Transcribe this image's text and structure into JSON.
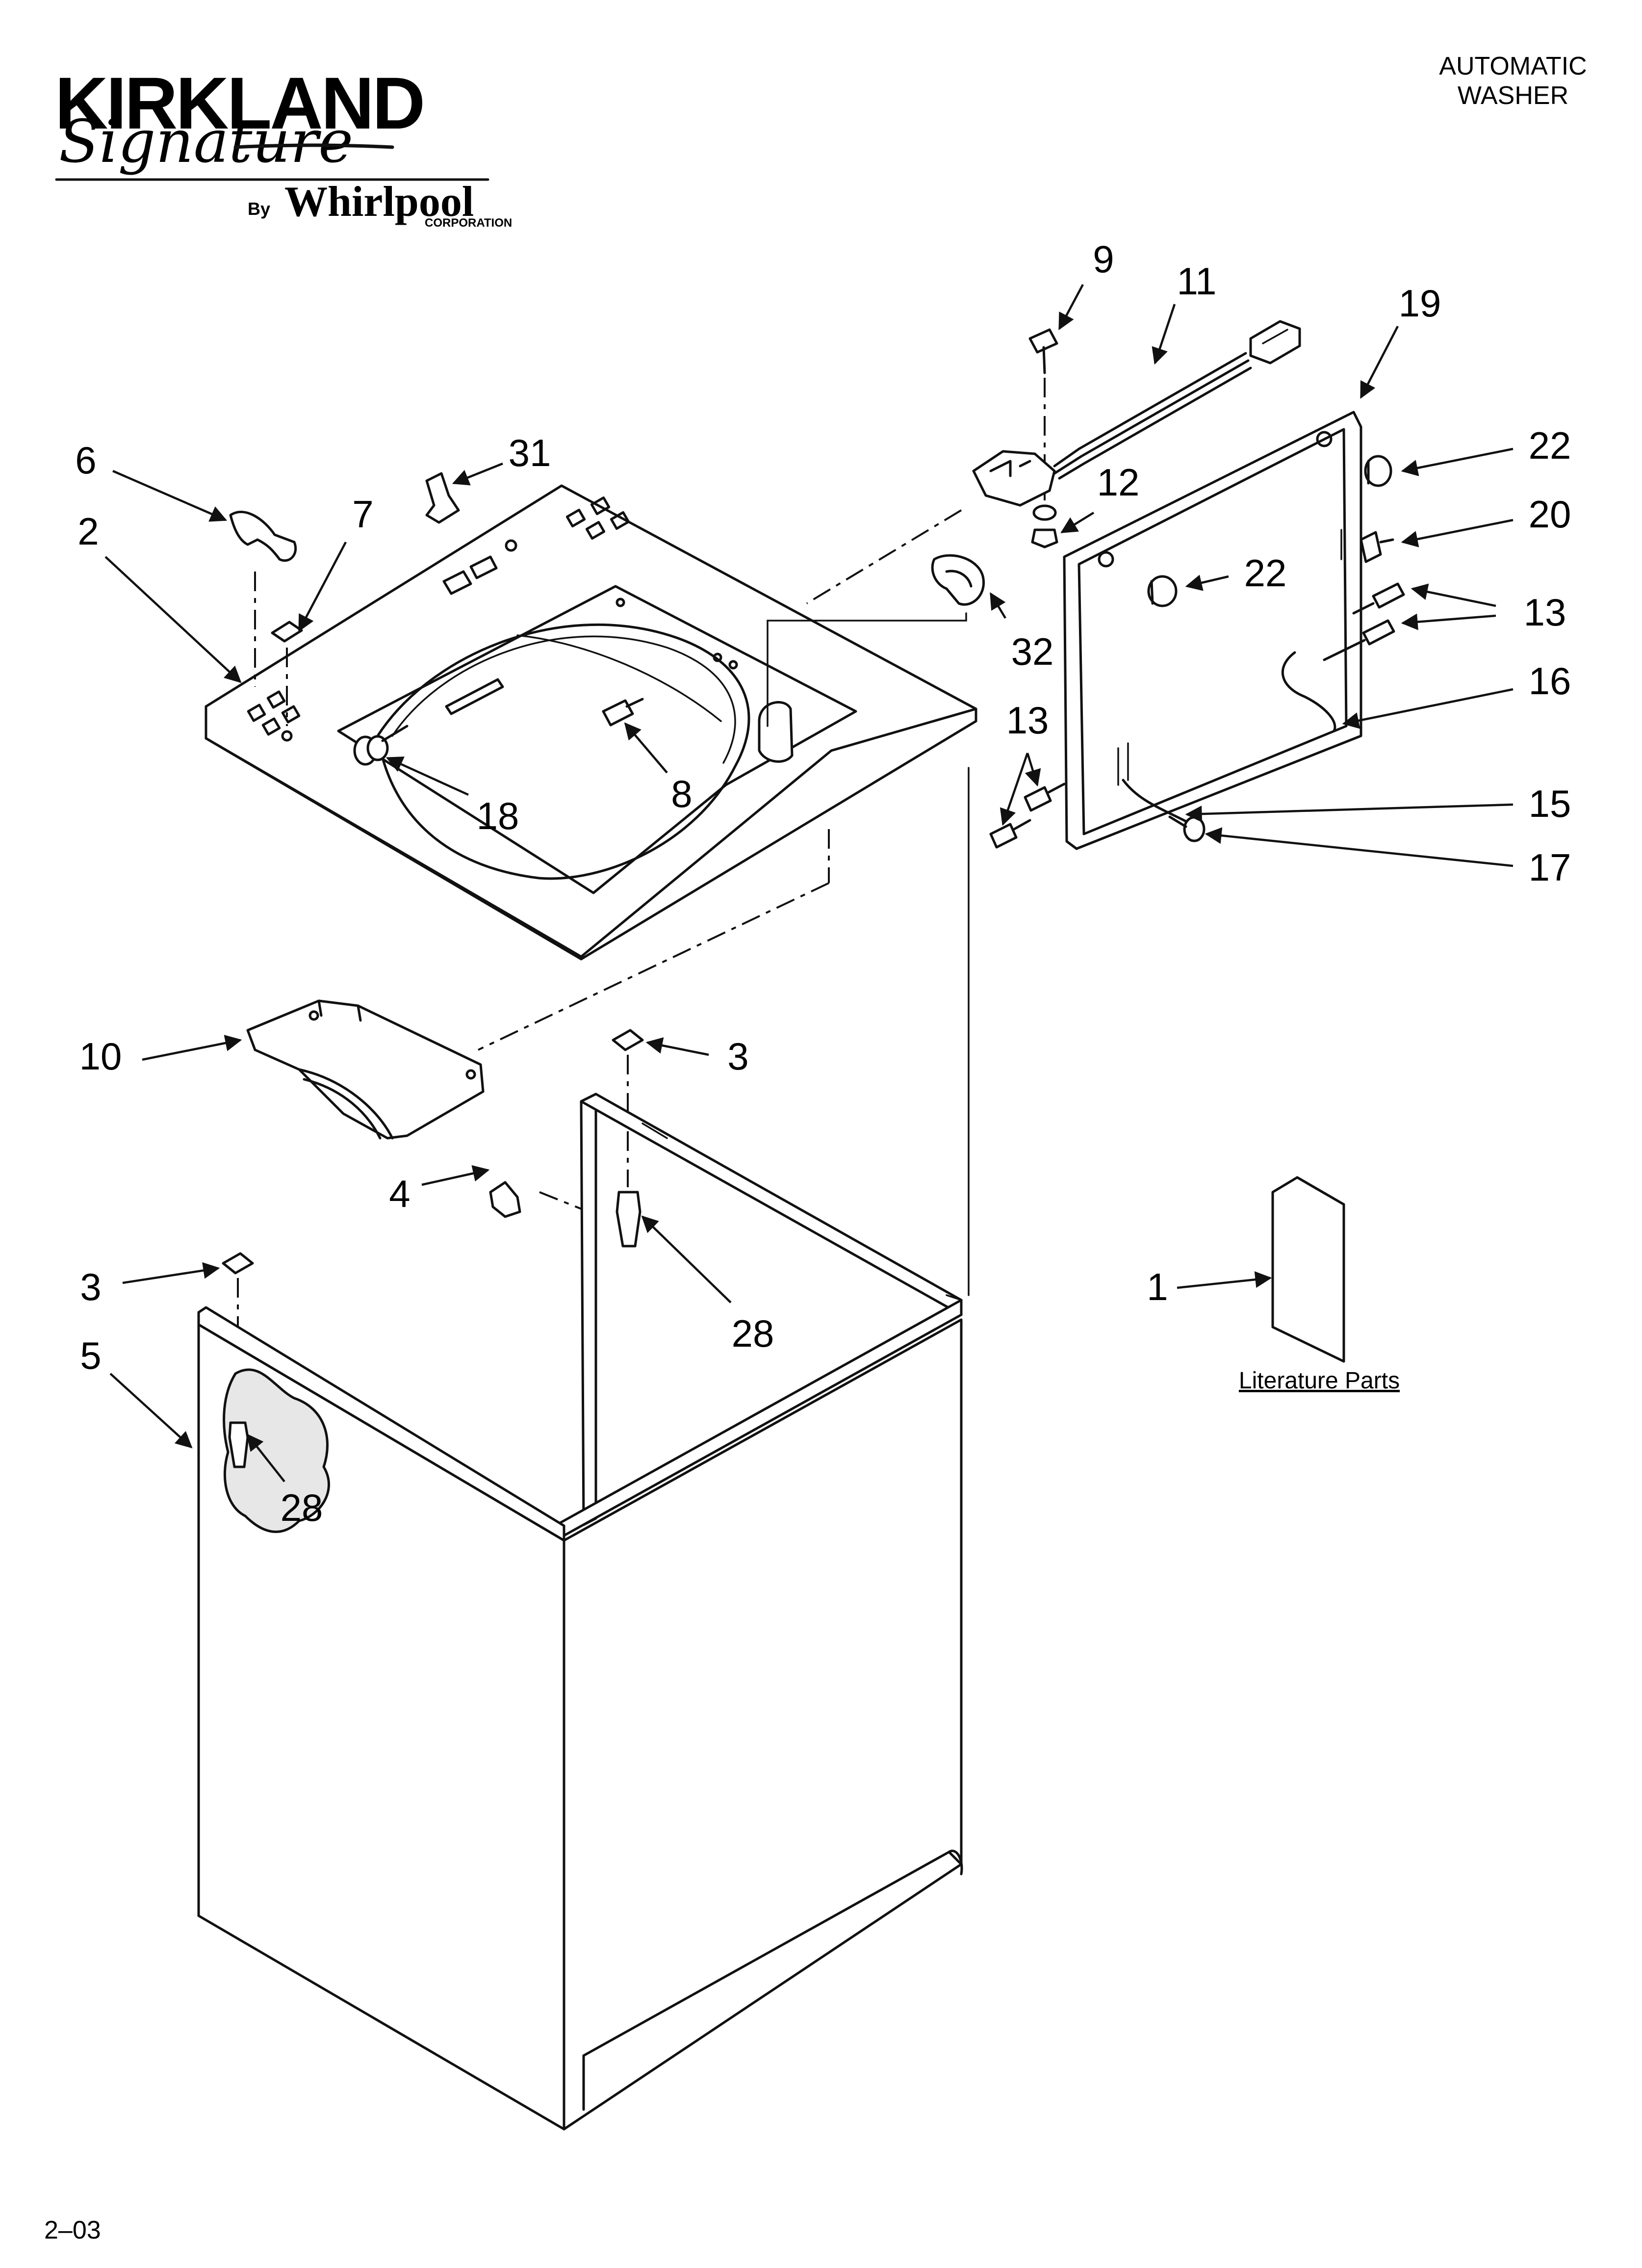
{
  "brand": {
    "name": "KIRKLAND",
    "script": "Signature",
    "by": "By",
    "maker": "Whirlpool",
    "maker_suffix": "CORPORATION"
  },
  "header": {
    "title_line1": "AUTOMATIC",
    "title_line2": "WASHER"
  },
  "callouts": [
    {
      "id": "9",
      "label": "9"
    },
    {
      "id": "11",
      "label": "11"
    },
    {
      "id": "19",
      "label": "19"
    },
    {
      "id": "22a",
      "label": "22"
    },
    {
      "id": "20",
      "label": "20"
    },
    {
      "id": "6",
      "label": "6"
    },
    {
      "id": "31",
      "label": "31"
    },
    {
      "id": "12",
      "label": "12"
    },
    {
      "id": "22b",
      "label": "22"
    },
    {
      "id": "2",
      "label": "2"
    },
    {
      "id": "7",
      "label": "7"
    },
    {
      "id": "13a",
      "label": "13"
    },
    {
      "id": "32",
      "label": "32"
    },
    {
      "id": "16",
      "label": "16"
    },
    {
      "id": "13b",
      "label": "13"
    },
    {
      "id": "8",
      "label": "8"
    },
    {
      "id": "18",
      "label": "18"
    },
    {
      "id": "15",
      "label": "15"
    },
    {
      "id": "17",
      "label": "17"
    },
    {
      "id": "10",
      "label": "10"
    },
    {
      "id": "3a",
      "label": "3"
    },
    {
      "id": "4",
      "label": "4"
    },
    {
      "id": "28a",
      "label": "28"
    },
    {
      "id": "1",
      "label": "1"
    },
    {
      "id": "3b",
      "label": "3"
    },
    {
      "id": "5",
      "label": "5"
    },
    {
      "id": "28b",
      "label": "28"
    }
  ],
  "literature": {
    "label": "Literature Parts"
  },
  "footer": {
    "code": "2–03"
  }
}
